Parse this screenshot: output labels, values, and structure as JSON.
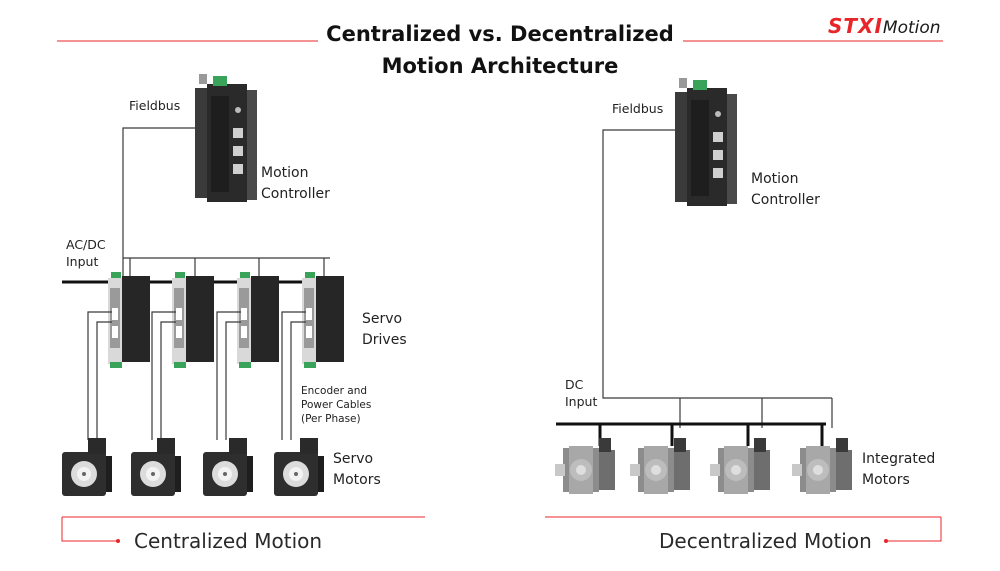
{
  "title_line1": "Centralized vs. Decentralized",
  "title_line2": "Motion Architecture",
  "logo": {
    "brand": "STXI",
    "suffix": "Motion"
  },
  "colors": {
    "accent": "#e8262a",
    "line": "#3a3a3a",
    "device": "#2b2b2b"
  },
  "left": {
    "fieldbus": "Fieldbus",
    "controller_line1": "Motion",
    "controller_line2": "Controller",
    "power_line1": "AC/DC",
    "power_line2": "Input",
    "drives_line1": "Servo",
    "drives_line2": "Drives",
    "cables_line1": "Encoder and",
    "cables_line2": "Power Cables",
    "cables_line3": "(Per Phase)",
    "motors_line1": "Servo",
    "motors_line2": "Motors",
    "caption": "Centralized Motion"
  },
  "right": {
    "fieldbus": "Fieldbus",
    "controller_line1": "Motion",
    "controller_line2": "Controller",
    "power_line1": "DC",
    "power_line2": "Input",
    "motors_line1": "Integrated",
    "motors_line2": "Motors",
    "caption": "Decentralized Motion"
  }
}
